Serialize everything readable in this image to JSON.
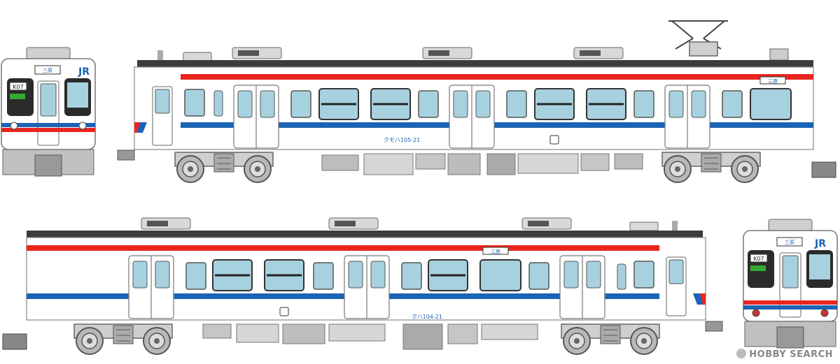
{
  "cars": [
    {
      "number": "105-21",
      "prefix": "クモハ",
      "dest": "三原"
    },
    {
      "number": "104-21",
      "prefix": "クハ",
      "dest": "三原"
    }
  ],
  "front": {
    "route_code": "K07",
    "brand": "JR",
    "dest": "三原"
  },
  "watermark": "HOBBY SEARCH",
  "colors": {
    "red_stripe": "#e8261f",
    "blue_stripe": "#1b63b5",
    "window": "#a8d1df",
    "body": "#ffffff",
    "roof": "#3c3c3c",
    "under": "#9a9a9a"
  }
}
